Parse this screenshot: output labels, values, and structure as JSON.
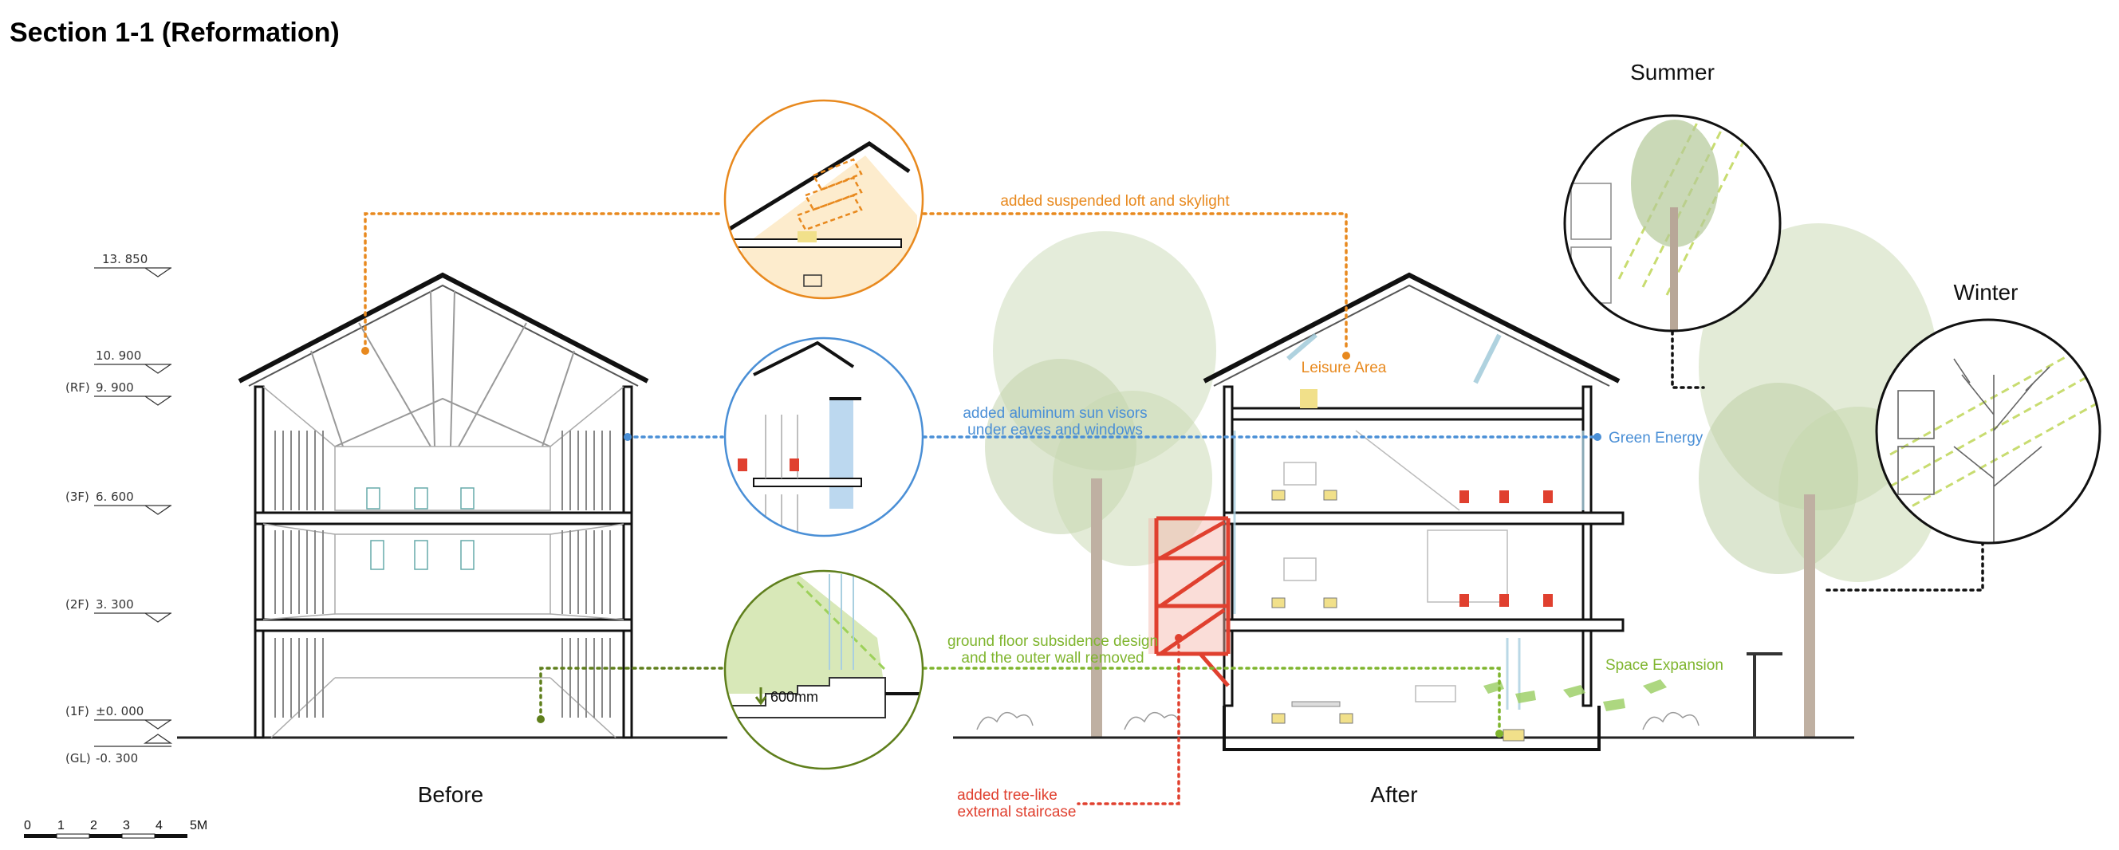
{
  "title": "Section 1-1 (Reformation)",
  "labels": {
    "before": "Before",
    "after": "After",
    "summer": "Summer",
    "winter": "Winter"
  },
  "levels": [
    {
      "tag": "",
      "value": "13. 850"
    },
    {
      "tag": "",
      "value": "10. 900"
    },
    {
      "tag": "(RF)",
      "value": "9. 900"
    },
    {
      "tag": "(3F)",
      "value": "6. 600"
    },
    {
      "tag": "(2F)",
      "value": "3. 300"
    },
    {
      "tag": "(1F)",
      "value": "±0. 000"
    },
    {
      "tag": "(GL)",
      "value": "-0. 300"
    }
  ],
  "annotations": {
    "loft": "added suspended loft and skylight",
    "leisure": "Leisure Area",
    "visors_1": "added aluminum sun visors",
    "visors_2": "under eaves and windows",
    "green_energy": "Green Energy",
    "subsidence_1": "ground floor subsidence design",
    "subsidence_2": "and the outer wall removed",
    "depth": "600mm",
    "space_expansion": "Space Expansion",
    "stair_1": "added tree-like",
    "stair_2": "external staircase"
  },
  "scale": {
    "ticks": [
      "0",
      "1",
      "2",
      "3",
      "4"
    ],
    "unit": "5M"
  },
  "colors": {
    "orange": "#E8891E",
    "blue": "#4A8FD6",
    "olive": "#5F7F1C",
    "green": "#7FB52E",
    "red": "#E0402F",
    "black": "#111111"
  }
}
